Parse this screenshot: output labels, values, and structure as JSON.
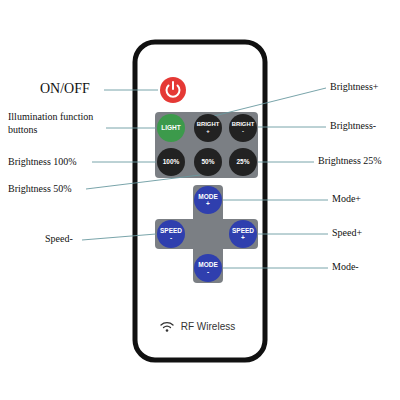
{
  "diagram": {
    "nodes": [
      {
        "text": [
          "RF Wireless"
        ]
      },
      {
        "text": [
          "LIGHT"
        ],
        "in": 0
      },
      {
        "text": [
          "BRIGHT +"
        ],
        "in": 0
      },
      {
        "text": [
          "BRIGHT -"
        ],
        "in": 0
      },
      {
        "text": [
          "100%"
        ],
        "in": 0
      },
      {
        "text": [
          "50%"
        ],
        "in": 0
      },
      {
        "text": [
          "25%"
        ],
        "in": 0
      },
      {
        "text": [
          "MODE +"
        ],
        "in": 0
      },
      {
        "text": [
          "SPEED -"
        ],
        "in": 0
      },
      {
        "text": [
          "SPEED +"
        ],
        "in": 0
      },
      {
        "text": [
          "MODE -"
        ],
        "in": 0
      }
    ],
    "labels": [
      "ON/OFF",
      "Illumination function buttons",
      "Brightness 100%",
      "Brightness 50%",
      "Speed-",
      "Brightness+",
      "Brightness-",
      "Brightness 25%",
      "Mode+",
      "Speed+",
      "Mode-"
    ]
  }
}
